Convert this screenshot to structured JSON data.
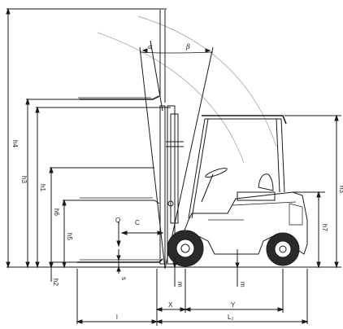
{
  "labels": {
    "h4": "h4",
    "h3": "h3",
    "h1": "h1",
    "h6": "h6",
    "h5": "h5",
    "h2": "h2",
    "h7": "h7",
    "h_right": "h3",
    "alpha": "α",
    "beta": "β",
    "Q": "Q",
    "C": "C",
    "s": "s",
    "m1": "m",
    "m2": "m",
    "X": "X",
    "Y": "Y",
    "l": "l",
    "L": "L₂"
  }
}
